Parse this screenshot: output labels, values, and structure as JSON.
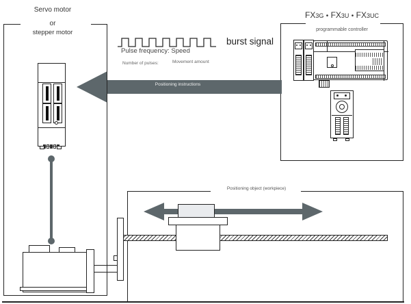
{
  "labels": {
    "servo_group": {
      "line1": "Servo motor",
      "line2": "or",
      "line3": "stepper motor"
    },
    "signal": {
      "burst": "burst signal",
      "pulse_freq": "Pulse frequency: Speed",
      "num_pulses": "Number of pulses:",
      "movement": "Movement amount"
    },
    "arrow": {
      "positioning": "Positioning instructions"
    },
    "plc": {
      "models": [
        {
          "base": "FX",
          "sub": "3G"
        },
        {
          "base": "FX",
          "sub": "3U"
        },
        {
          "base": "FX",
          "sub": "3UC"
        }
      ],
      "separator": "•",
      "subtitle": "programmable controller"
    },
    "mechanism": {
      "workpiece_label": "Positioning object (workpiece)"
    }
  },
  "colors": {
    "arrow_gray": "#5d676b",
    "line_color": "#222222",
    "workpiece_fill": "#e9ebee"
  }
}
